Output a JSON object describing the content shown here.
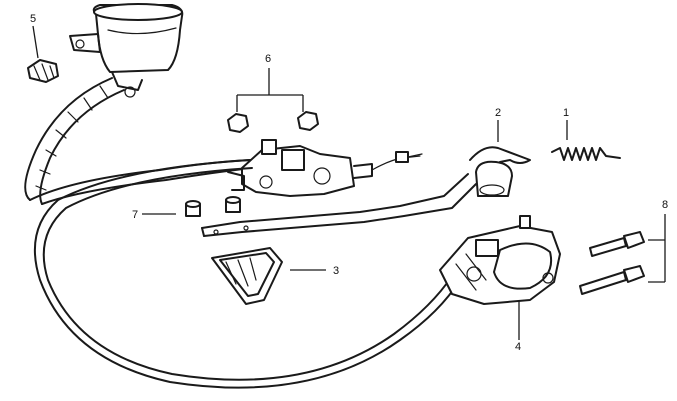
{
  "diagram": {
    "callouts": [
      {
        "id": "1",
        "text": "1",
        "part": "return-spring"
      },
      {
        "id": "2",
        "text": "2",
        "part": "brake-pedal-lever"
      },
      {
        "id": "3",
        "text": "3",
        "part": "pedal-pad-bracket"
      },
      {
        "id": "4",
        "text": "4",
        "part": "brake-caliper"
      },
      {
        "id": "5",
        "text": "5",
        "part": "reservoir-bolt"
      },
      {
        "id": "6",
        "text": "6",
        "part": "master-cylinder-bolts"
      },
      {
        "id": "7",
        "text": "7",
        "part": "pin-bushings"
      },
      {
        "id": "8",
        "text": "8",
        "part": "caliper-mounting-bolts"
      }
    ]
  }
}
